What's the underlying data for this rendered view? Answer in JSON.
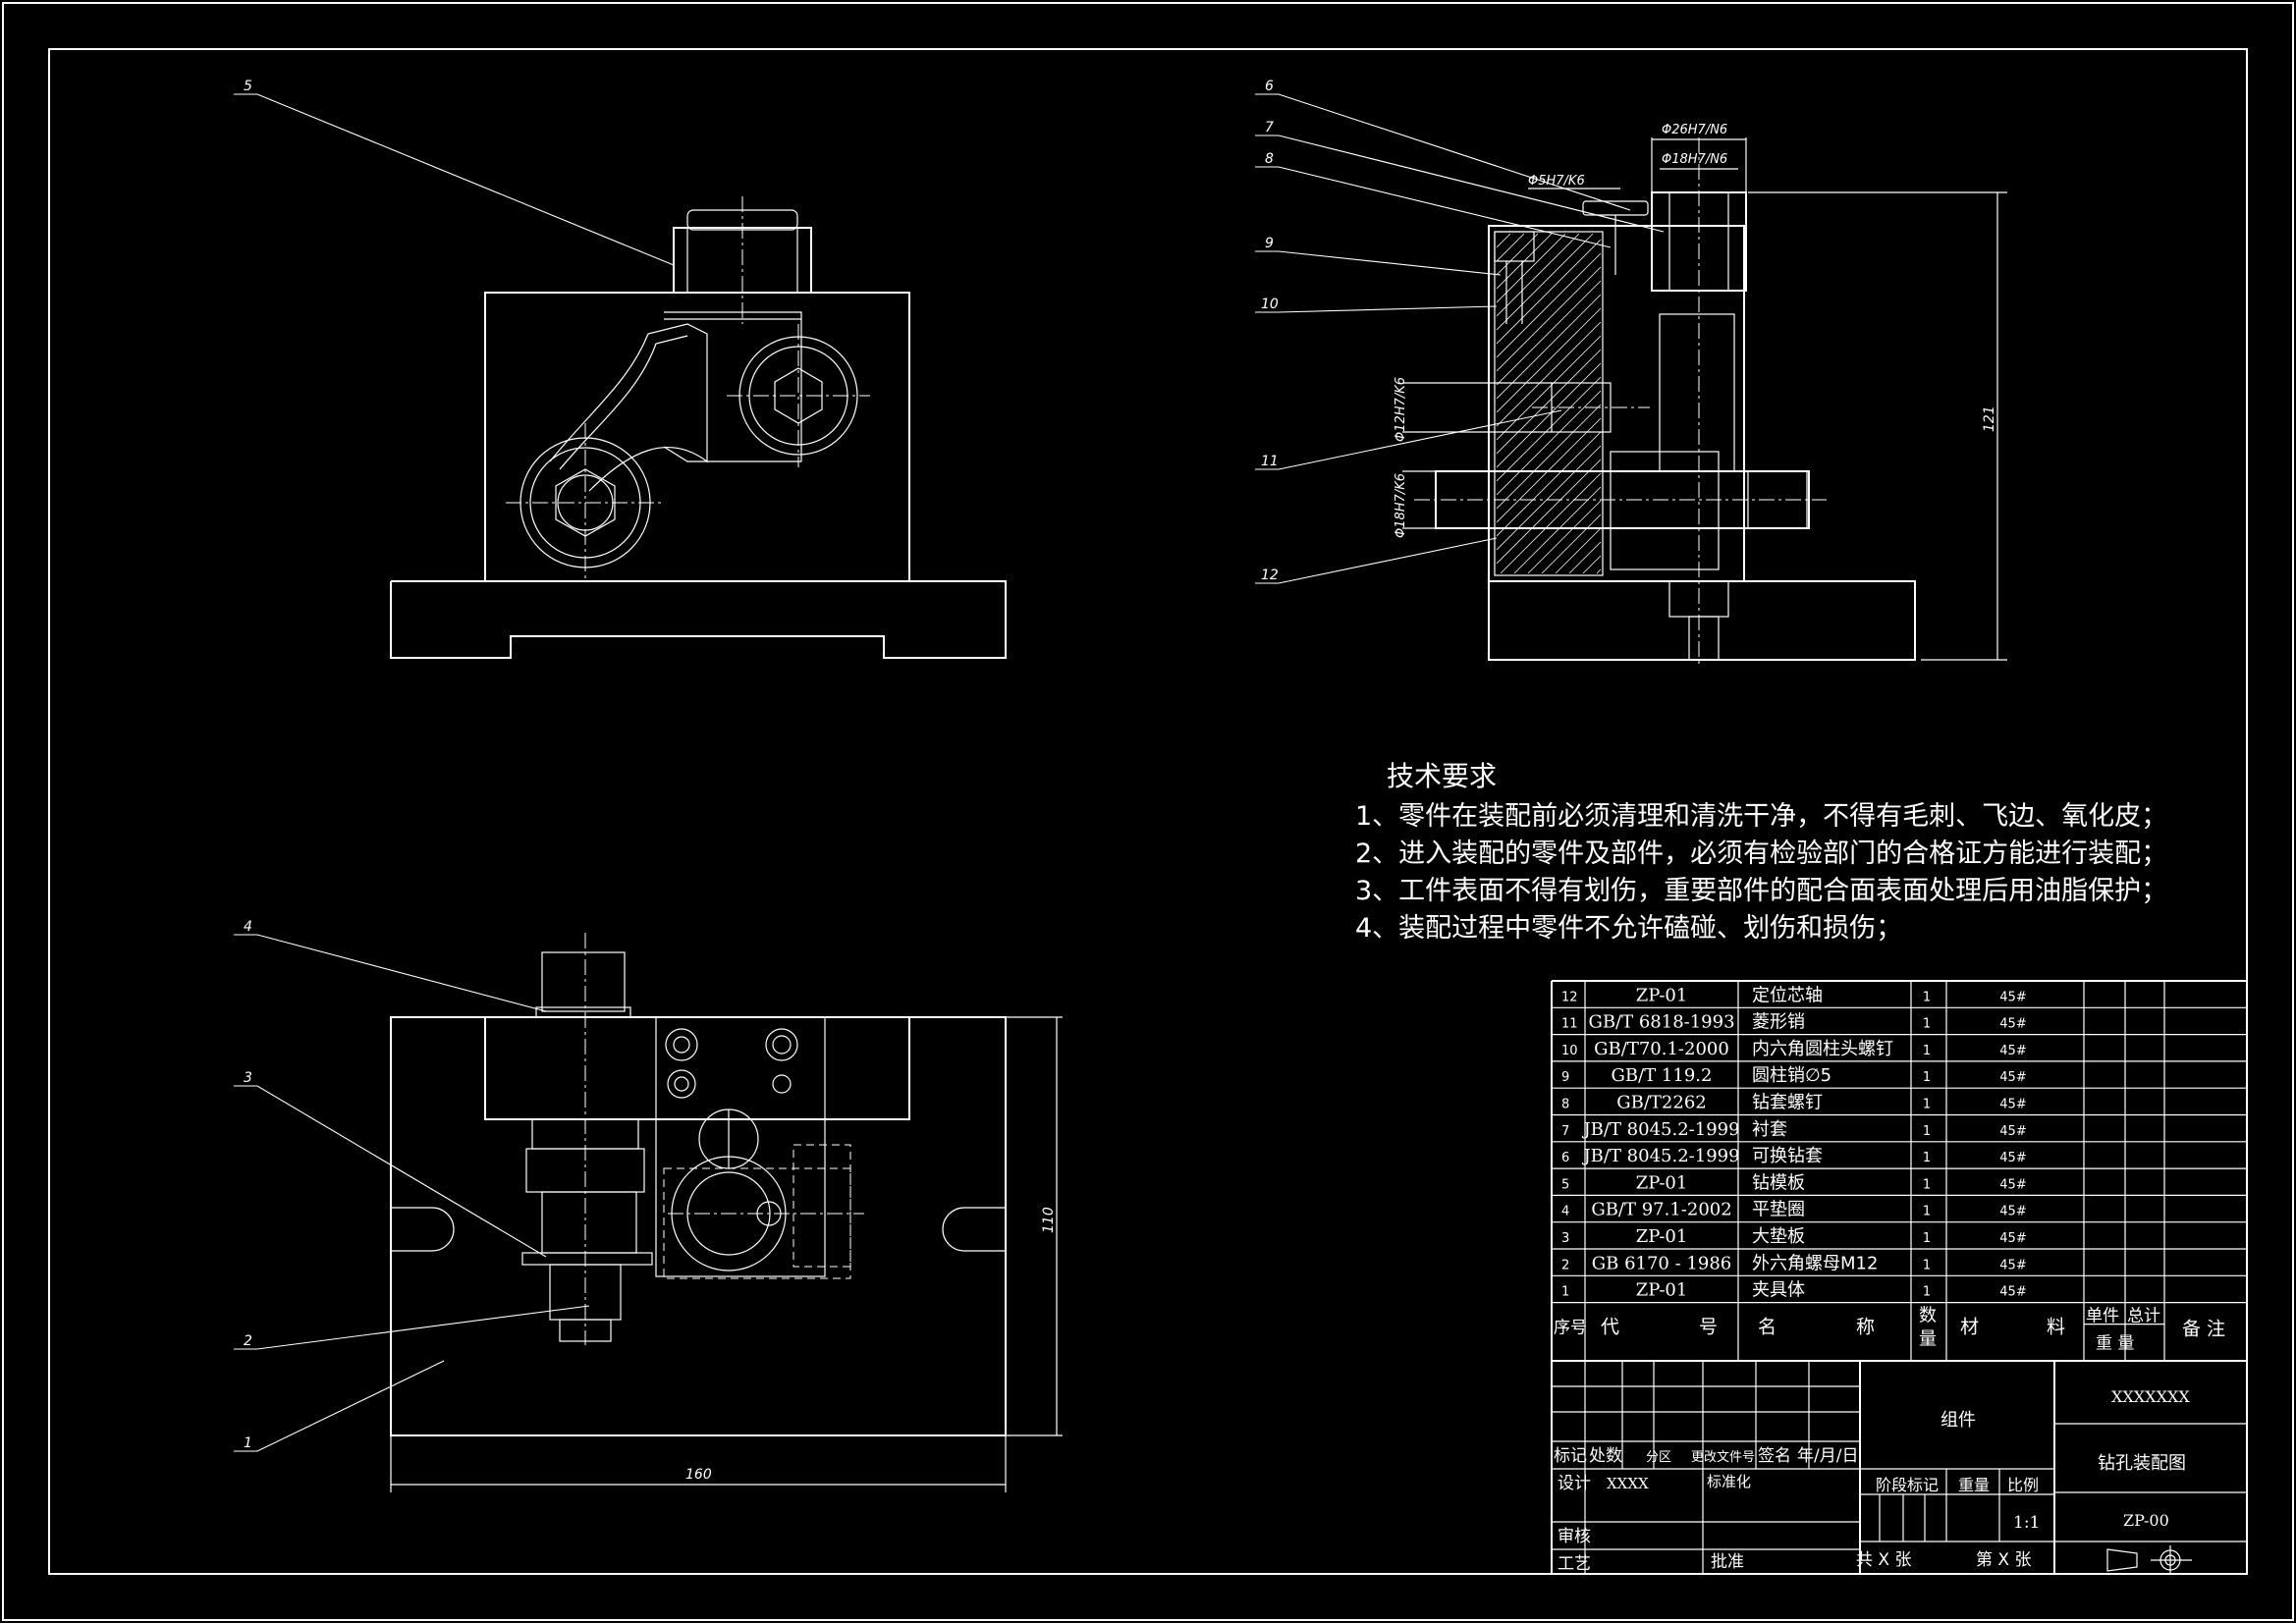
{
  "balloons": [
    "1",
    "2",
    "3",
    "4",
    "5",
    "6",
    "7",
    "8",
    "9",
    "10",
    "11",
    "12"
  ],
  "dimensions": {
    "bore_26": "Φ26H7/N6",
    "bore_18": "Φ18H7/N6",
    "bore_5": "Φ5H7/K6",
    "bore_12": "Φ12H7/K6",
    "bore_18k": "Φ18H7/K6",
    "height_121": "121",
    "height_110": "110",
    "width_160": "160"
  },
  "tech_req": {
    "title": "技术要求",
    "items": [
      "1、零件在装配前必须清理和清洗干净，不得有毛刺、飞边、氧化皮；",
      "2、进入装配的零件及部件，必须有检验部门的合格证方能进行装配；",
      "3、工件表面不得有划伤，重要部件的配合面表面处理后用油脂保护；",
      "4、装配过程中零件不允许磕碰、划伤和损伤；"
    ]
  },
  "bom": {
    "rows": [
      {
        "no": "12",
        "code": "ZP-01",
        "name": "定位芯轴",
        "qty": "1",
        "mat": "45#"
      },
      {
        "no": "11",
        "code": "GB/T 6818-1993",
        "name": "菱形销",
        "qty": "1",
        "mat": "45#"
      },
      {
        "no": "10",
        "code": "GB/T70.1-2000",
        "name": "内六角圆柱头螺钉",
        "qty": "1",
        "mat": "45#"
      },
      {
        "no": "9",
        "code": "GB/T 119.2",
        "name": "圆柱销∅5",
        "qty": "1",
        "mat": "45#"
      },
      {
        "no": "8",
        "code": "GB/T2262",
        "name": "钻套螺钉",
        "qty": "1",
        "mat": "45#"
      },
      {
        "no": "7",
        "code": "JB/T 8045.2-1999",
        "name": "衬套",
        "qty": "1",
        "mat": "45#"
      },
      {
        "no": "6",
        "code": "JB/T 8045.2-1999",
        "name": "可换钻套",
        "qty": "1",
        "mat": "45#"
      },
      {
        "no": "5",
        "code": "ZP-01",
        "name": "钻模板",
        "qty": "1",
        "mat": "45#"
      },
      {
        "no": "4",
        "code": "GB/T 97.1-2002",
        "name": "平垫圈",
        "qty": "1",
        "mat": "45#"
      },
      {
        "no": "3",
        "code": "ZP-01",
        "name": "大垫板",
        "qty": "1",
        "mat": "45#"
      },
      {
        "no": "2",
        "code": "GB 6170 - 1986",
        "name": "外六角螺母M12",
        "qty": "1",
        "mat": "45#"
      },
      {
        "no": "1",
        "code": "ZP-01",
        "name": "夹具体",
        "qty": "1",
        "mat": "45#"
      }
    ],
    "header": {
      "no": "序号",
      "code_a": "代",
      "code_b": "号",
      "name_a": "名",
      "name_b": "称",
      "qty_a": "数",
      "qty_b": "量",
      "mat_a": "材",
      "mat_b": "料",
      "unit": "单件",
      "total": "总计",
      "weight": "重 量",
      "remark": "备 注"
    }
  },
  "title_block": {
    "mark": "标记",
    "count": "处数",
    "zone": "分区",
    "change_doc": "更改文件号",
    "sign": "签名",
    "date": "年/月/日",
    "design": "设计",
    "designer": "XXXX",
    "standard": "标准化",
    "stage_mark": "阶段标记",
    "weight": "重量",
    "scale": "比例",
    "scale_value": "1:1",
    "review": "审核",
    "process": "工艺",
    "approve": "批准",
    "sheets_total": "共 X 张",
    "sheet_no": "第 X 张",
    "company": "组件",
    "org": "XXXXXXX",
    "drawing_name": "钻孔装配图",
    "drawing_no": "ZP-00"
  }
}
